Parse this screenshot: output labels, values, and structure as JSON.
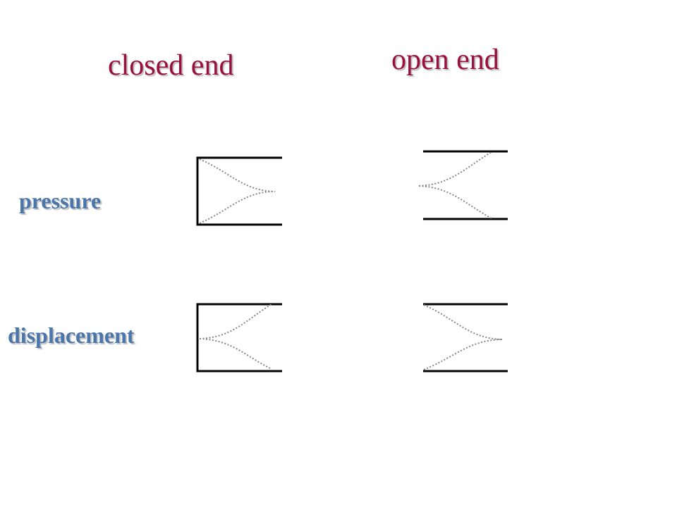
{
  "columns": {
    "closed": "closed end",
    "open": "open end"
  },
  "rows": {
    "pressure": "pressure",
    "displacement": "displacement"
  },
  "colors": {
    "title": "#99103f",
    "row_label": "#4a76ac",
    "tube": "#000000",
    "wave": "#888888"
  },
  "tubes": [
    {
      "row": "pressure",
      "column": "closed",
      "wave": "pressure antinode at closed end, node toward opening"
    },
    {
      "row": "pressure",
      "column": "open",
      "wave": "pressure node at open end, antinode toward interior"
    },
    {
      "row": "displacement",
      "column": "closed",
      "wave": "displacement node at closed end, antinode toward opening"
    },
    {
      "row": "displacement",
      "column": "open",
      "wave": "displacement antinode at open end, node toward interior"
    }
  ]
}
